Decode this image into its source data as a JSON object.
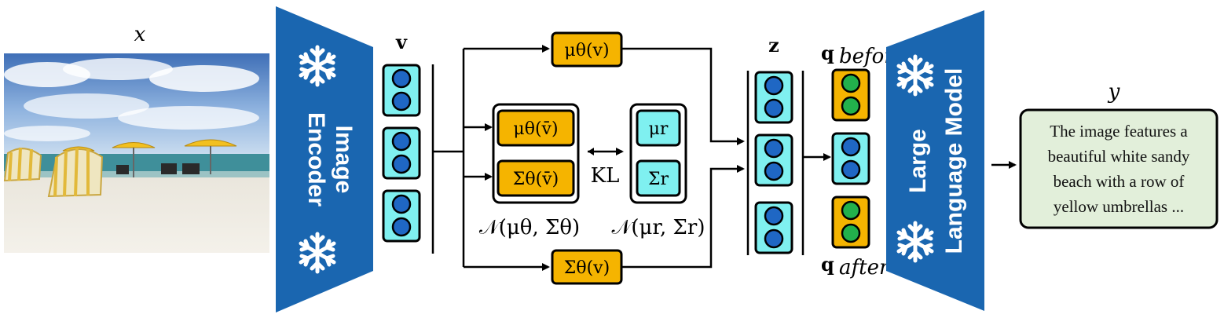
{
  "input": {
    "symbol": "x",
    "photo_icon": "beach-photo"
  },
  "image_encoder": {
    "line1": "Image",
    "line2": "Encoder",
    "icon": "snowflake-icon"
  },
  "visual_tokens": {
    "symbol": "v"
  },
  "upper_mean": {
    "label": "μθ(v)"
  },
  "lower_cov": {
    "label": "Σθ(v)"
  },
  "left_dist": {
    "mean": "μθ(v̄)",
    "cov": "Σθ(v̄)",
    "caption": "𝒩(μθ, Σθ)"
  },
  "kl": {
    "label": "KL"
  },
  "right_dist": {
    "mean": "μr",
    "cov": "Σr",
    "caption": "𝒩(μr, Σr)"
  },
  "latent": {
    "symbol": "z"
  },
  "queries": {
    "before": "q",
    "before_sub": "before",
    "after": "q",
    "after_sub": "after"
  },
  "llm": {
    "line1": "Large",
    "line2": "Language Model",
    "icon": "snowflake-icon"
  },
  "output": {
    "symbol": "y",
    "text_lines": [
      "The image features a",
      "beautiful white sandy",
      "beach with a row of",
      "yellow umbrellas ..."
    ]
  },
  "colors": {
    "encoder_blue": "#1a66b0",
    "token_cyan": "#7ff0f0",
    "token_dot_blue": "#1f67c4",
    "query_orange": "#f5b400",
    "query_green": "#22b14c",
    "output_bg": "#e2efda"
  }
}
